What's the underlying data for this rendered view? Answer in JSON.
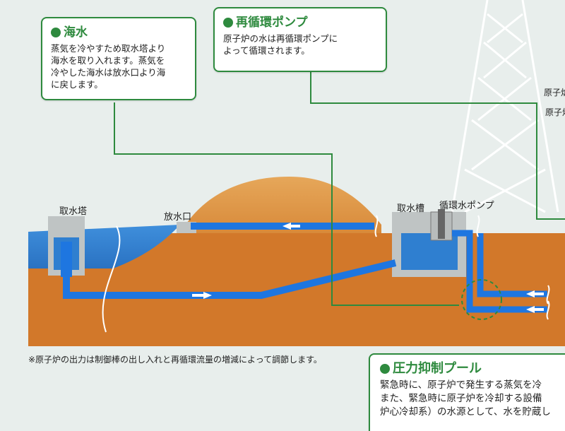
{
  "callouts": {
    "seawater": {
      "title": "海水",
      "lines": [
        "蒸気を冷やすため取水塔より",
        "海水を取り入れます。蒸気を",
        "冷やした海水は放水口より海",
        "に戻します。"
      ]
    },
    "recirc": {
      "title": "再循環ポンプ",
      "lines": [
        "原子炉の水は再循環ポンプに",
        "よって循環されます。"
      ]
    },
    "suppression": {
      "title": "圧力抑制プール",
      "lines": [
        "緊急時に、原子炉で発生する蒸気を冷",
        "また、緊急時に原子炉を冷却する設備",
        "炉心冷却系）の水源として、水を貯蔵し"
      ]
    }
  },
  "labels": {
    "intake_tower": "取水塔",
    "outlet": "放水口",
    "intake_tank": "取水槽",
    "circ_pump": "循環水ポンプ",
    "edge_top": "原子炉",
    "edge_bottom": "原子炉"
  },
  "footnote": "※原子炉の出力は制御棒の出し入れと再循環流量の増減によって調節します。",
  "colors": {
    "sea": "#2f7fd0",
    "ground": "#d2782a",
    "pipe": "#1e76e0",
    "concrete": "#bfc4c4",
    "green": "#2e8a3e",
    "sky": "#e8eeec"
  }
}
